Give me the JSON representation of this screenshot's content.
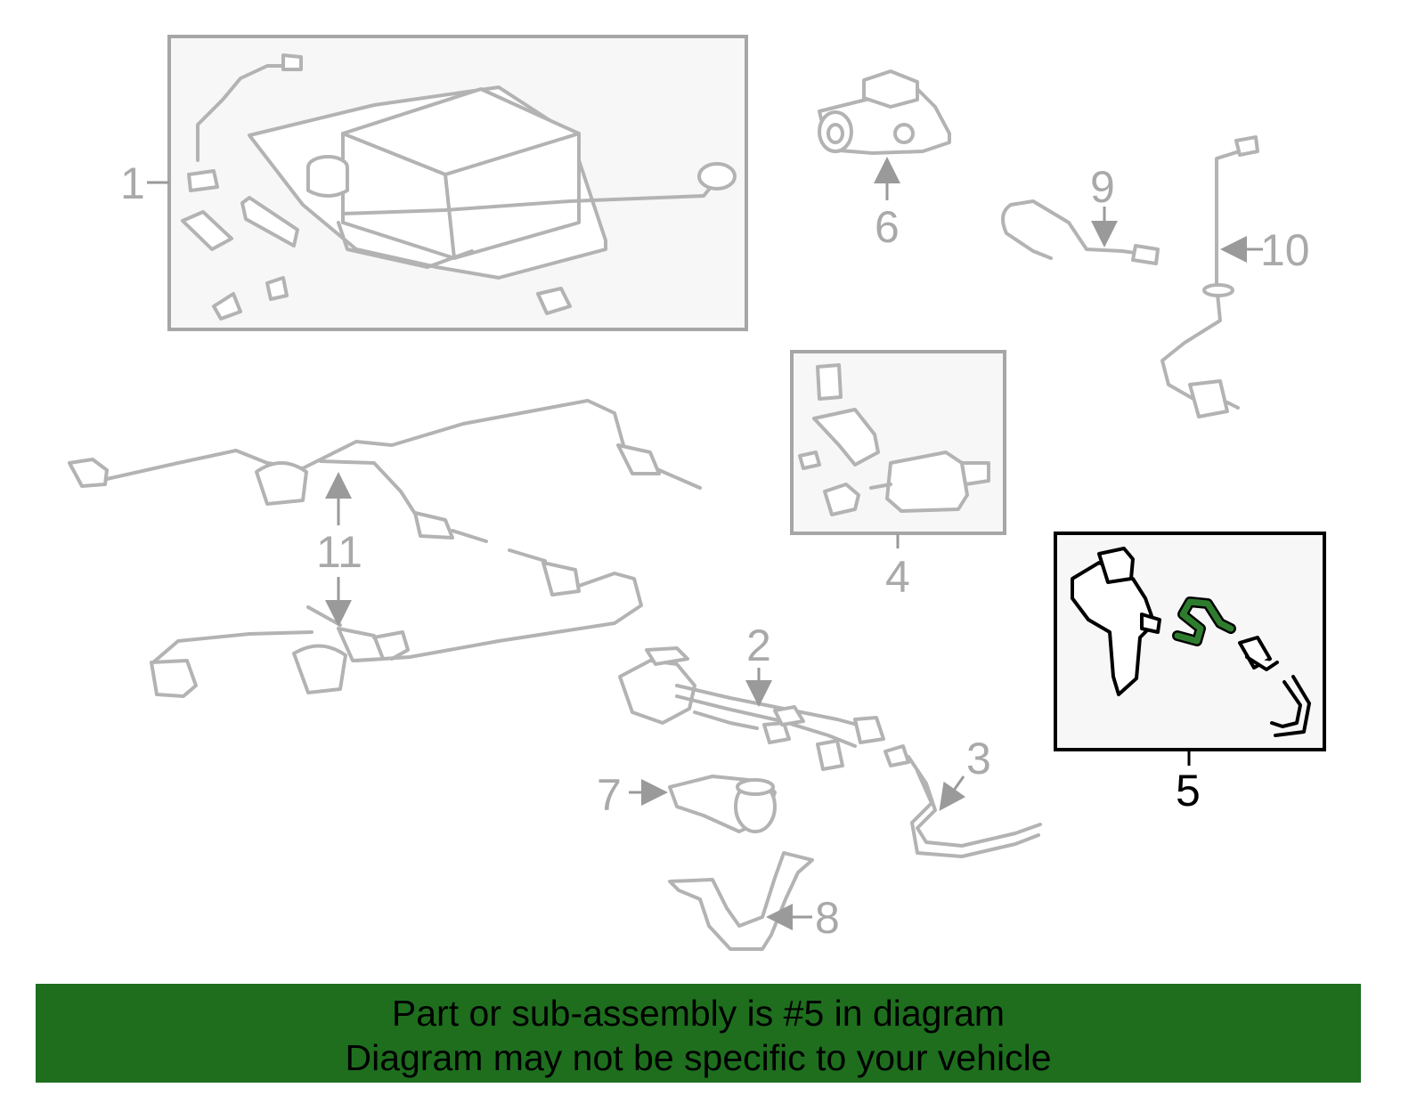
{
  "callouts": {
    "c1": "1",
    "c2": "2",
    "c3": "3",
    "c4": "4",
    "c5": "5",
    "c6": "6",
    "c7": "7",
    "c8": "8",
    "c9": "9",
    "c10": "10",
    "c11": "11"
  },
  "highlight": {
    "part_number": "5",
    "color": "#2e7d2e"
  },
  "colors": {
    "line_art": "#b3b3b3",
    "banner_background": "#1e6e1e",
    "highlight_hose": "#2e7d2e"
  },
  "banner": {
    "line1": "Part or sub-assembly is #5 in diagram",
    "line2": "Diagram may not be specific to your vehicle"
  }
}
